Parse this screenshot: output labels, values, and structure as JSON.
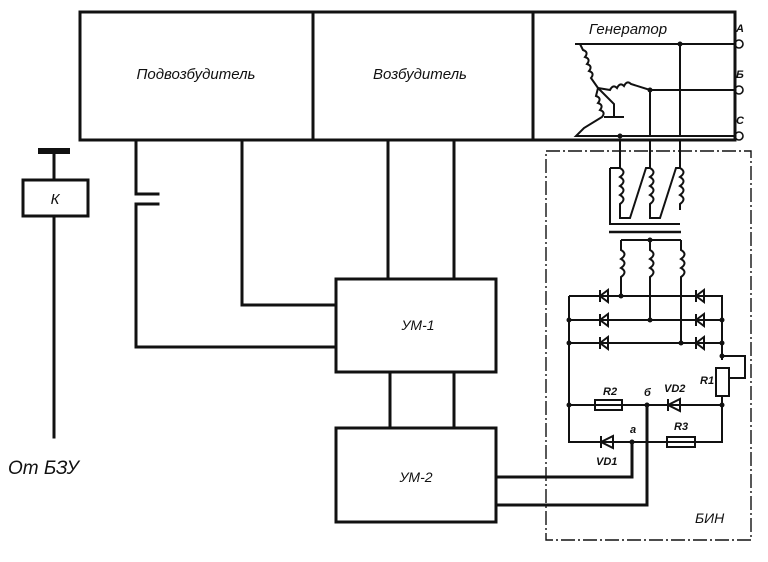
{
  "diagram": {
    "type": "electrical-block-schematic",
    "blocks": {
      "subexciter": "Подвозбудитель",
      "exciter": "Возбудитель",
      "generator": "Генератор",
      "amp1": "УМ-1",
      "amp2": "УМ-2",
      "relay": "К",
      "bin": "БИН"
    },
    "terminals": {
      "a": "А",
      "b": "Б",
      "c": "С"
    },
    "components": {
      "r1": "R1",
      "r2": "R2",
      "r3": "R3",
      "vd1": "VD1",
      "vd2": "VD2",
      "node_a": "а",
      "node_b": "б"
    },
    "source_label": "От БЗУ"
  }
}
